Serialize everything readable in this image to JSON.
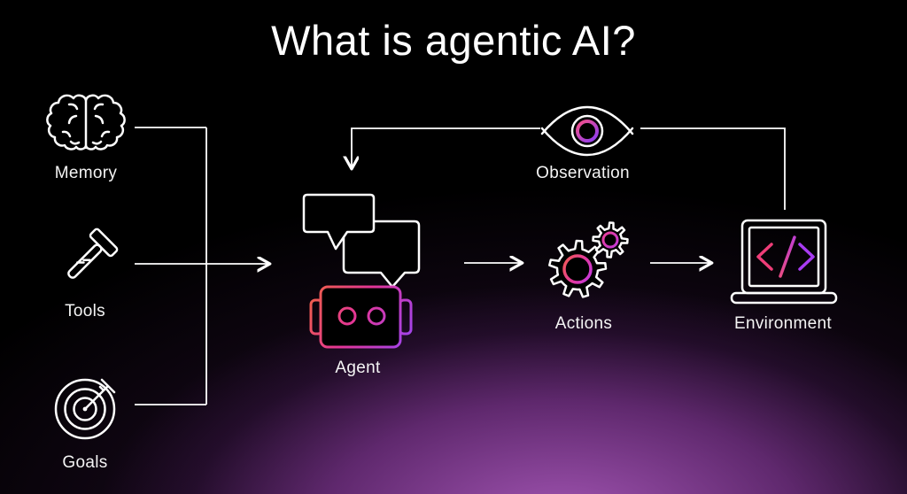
{
  "title": "What is agentic AI?",
  "nodes": {
    "memory": {
      "label": "Memory",
      "icon": "brain-icon"
    },
    "tools": {
      "label": "Tools",
      "icon": "hammer-icon"
    },
    "goals": {
      "label": "Goals",
      "icon": "target-arrow-icon"
    },
    "agent": {
      "label": "Agent",
      "icon": "chat-bubbles-and-robot-icon"
    },
    "observation": {
      "label": "Observation",
      "icon": "eye-icon"
    },
    "actions": {
      "label": "Actions",
      "icon": "gears-icon"
    },
    "environment": {
      "label": "Environment",
      "icon": "laptop-code-icon"
    }
  },
  "flow": {
    "inputs_to_agent": [
      "Memory",
      "Tools",
      "Goals"
    ],
    "main_path": [
      "Agent",
      "Actions",
      "Environment"
    ],
    "feedback_loop": [
      "Environment",
      "Observation",
      "Agent"
    ]
  },
  "colors": {
    "background": "#000000",
    "glow": "#9b4fae",
    "line": "#ffffff",
    "accent_gradient": [
      "#f0604a",
      "#e43597",
      "#9c45f2"
    ],
    "code_lt": "#ee3d78",
    "code_slash": "#d23a9e",
    "code_gt": "#a83bf2"
  }
}
